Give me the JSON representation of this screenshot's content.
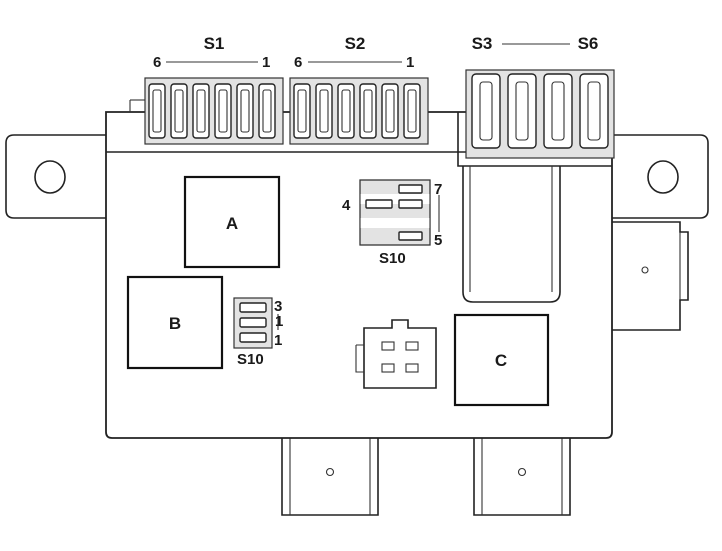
{
  "groups": {
    "s1": {
      "name": "S1",
      "left_num": "6",
      "right_num": "1"
    },
    "s2": {
      "name": "S2",
      "left_num": "6",
      "right_num": "1"
    },
    "s3s6": {
      "start": "S3",
      "end": "S6"
    }
  },
  "relays": {
    "a": "A",
    "b": "B",
    "c": "C"
  },
  "s10_upper": {
    "name": "S10",
    "num_top": "7",
    "num_left": "4",
    "num_bottom": "5"
  },
  "s10_lower": {
    "name": "S10",
    "num_top": "3",
    "num_mid": "1",
    "num_bottom": "1"
  }
}
